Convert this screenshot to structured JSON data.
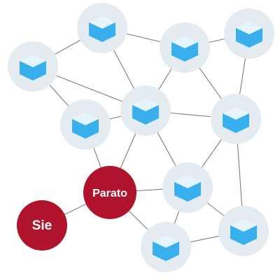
{
  "diagram": {
    "title": "",
    "colors": {
      "edge": "#7d7d7d",
      "node_halo": "#e4ebf1",
      "cube_top": "#e6f4fd",
      "cube_face": "#38b0ee",
      "person_node": "#b0132c",
      "label_text": "#ffffff"
    },
    "icon": "cube-box-icon",
    "nodes": [
      {
        "id": "n1",
        "kind": "box"
      },
      {
        "id": "n2",
        "kind": "box"
      },
      {
        "id": "n3",
        "kind": "box"
      },
      {
        "id": "n4",
        "kind": "box"
      },
      {
        "id": "n5",
        "kind": "box"
      },
      {
        "id": "n6",
        "kind": "box"
      },
      {
        "id": "n7",
        "kind": "box"
      },
      {
        "id": "n8",
        "kind": "box"
      },
      {
        "id": "n9",
        "kind": "box"
      },
      {
        "id": "n10",
        "kind": "box"
      },
      {
        "id": "n11",
        "kind": "box"
      },
      {
        "id": "parato",
        "kind": "person",
        "label": "Parato"
      },
      {
        "id": "sie",
        "kind": "person",
        "label": "Sie"
      }
    ],
    "edges": [
      [
        "n1",
        "n2"
      ],
      [
        "n2",
        "n3"
      ],
      [
        "n3",
        "n4"
      ],
      [
        "n1",
        "n5"
      ],
      [
        "n1",
        "n7"
      ],
      [
        "n2",
        "n7"
      ],
      [
        "n3",
        "n7"
      ],
      [
        "n3",
        "n8"
      ],
      [
        "n4",
        "n8"
      ],
      [
        "n5",
        "n7"
      ],
      [
        "n6",
        "n7"
      ],
      [
        "n7",
        "n8"
      ],
      [
        "n6",
        "parato"
      ],
      [
        "n7",
        "parato"
      ],
      [
        "n7",
        "n9"
      ],
      [
        "n8",
        "n9"
      ],
      [
        "n8",
        "n10"
      ],
      [
        "parato",
        "n9"
      ],
      [
        "parato",
        "sie"
      ],
      [
        "parato",
        "n11"
      ],
      [
        "n9",
        "n10"
      ],
      [
        "n9",
        "n11"
      ],
      [
        "n10",
        "n11"
      ]
    ]
  }
}
